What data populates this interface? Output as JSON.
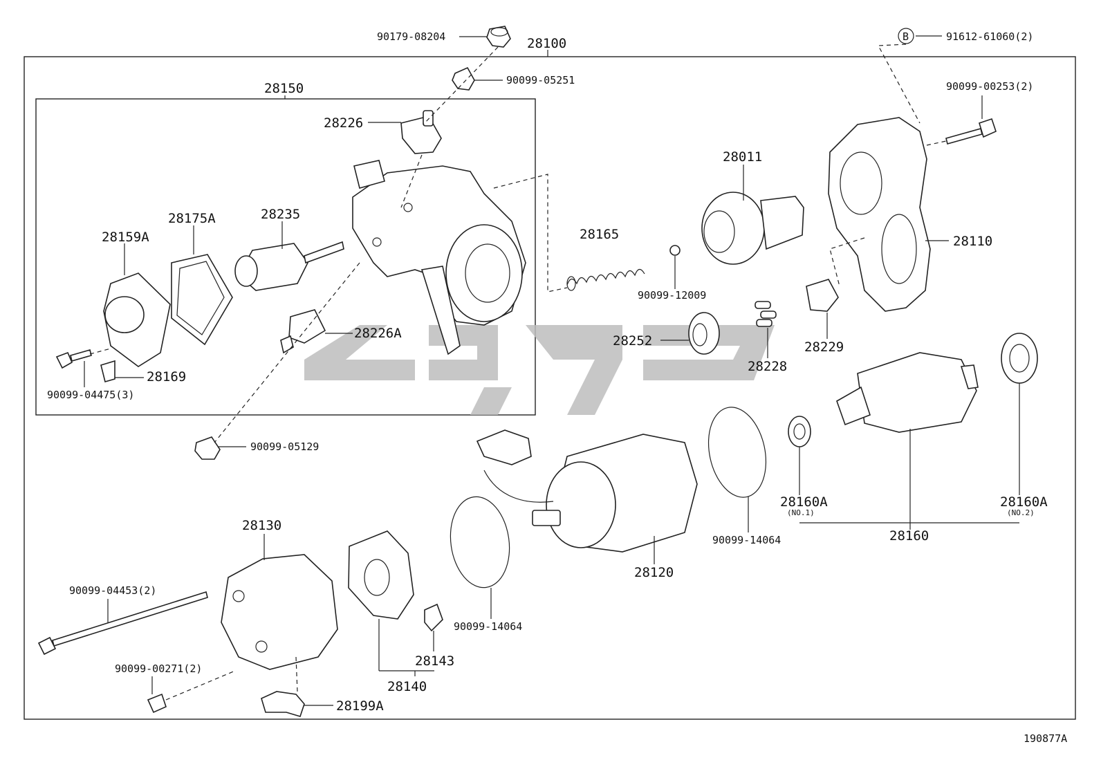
{
  "diagram_id": "190877A",
  "labels": {
    "p90179_08204": "90179-08204",
    "p28100": "28100",
    "p90099_05251": "90099-05251",
    "p91612_61060": "91612-61060(2)",
    "p90099_00253": "90099-00253(2)",
    "p28150": "28150",
    "p28226": "28226",
    "p28011": "28011",
    "p28175A": "28175A",
    "p28235": "28235",
    "p28159A": "28159A",
    "p28165": "28165",
    "p28110": "28110",
    "p90099_12009": "90099-12009",
    "p28226A": "28226A",
    "p28252": "28252",
    "p28229": "28229",
    "p28228": "28228",
    "p28169": "28169",
    "p90099_04475": "90099-04475(3)",
    "p90099_05129": "90099-05129",
    "p28160A_1": "28160A",
    "p28160A_1_note": "(NO.1)",
    "p28160A_2": "28160A",
    "p28160A_2_note": "(NO.2)",
    "p28160": "28160",
    "p90099_14064_a": "90099-14064",
    "p28120": "28120",
    "p28130": "28130",
    "p90099_04453": "90099-04453(2)",
    "p90099_14064_b": "90099-14064",
    "p90099_00271": "90099-00271(2)",
    "p28143": "28143",
    "p28140": "28140",
    "p28199A": "28199A",
    "ref_b": "B"
  },
  "watermark": "تویوتا"
}
